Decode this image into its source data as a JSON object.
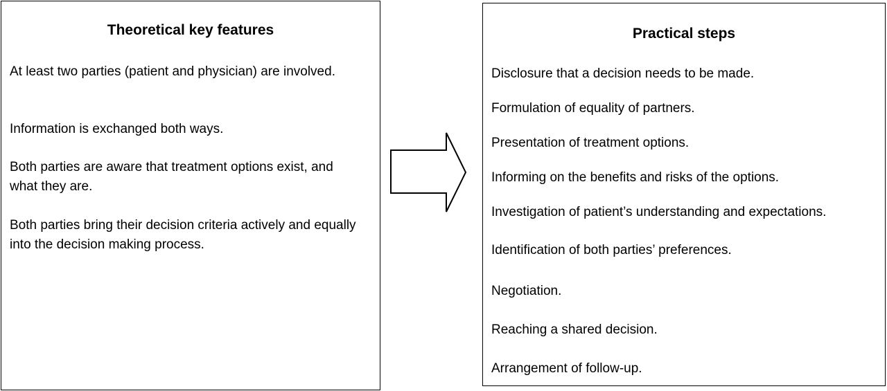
{
  "left_box": {
    "title": "Theoretical key features",
    "items": [
      "At least two parties (patient and physician) are involved.",
      "Information is exchanged both ways.",
      "Both parties are aware that treatment options exist, and what they are.",
      "Both parties bring their decision criteria actively and equally into the decision making process."
    ]
  },
  "arrow": {
    "icon": "right-arrow-icon",
    "stroke_color": "#000000",
    "fill_color": "#ffffff"
  },
  "right_box": {
    "title": "Practical steps",
    "items": [
      "Disclosure that a decision needs to be made.",
      "Formulation of equality of partners.",
      "Presentation of treatment options.",
      "Informing on the benefits and risks of the options.",
      "Investigation of patient’s understanding and expectations.",
      "Identification of both parties’ preferences.",
      "Negotiation.",
      "Reaching a shared decision.",
      "Arrangement of follow-up."
    ]
  }
}
